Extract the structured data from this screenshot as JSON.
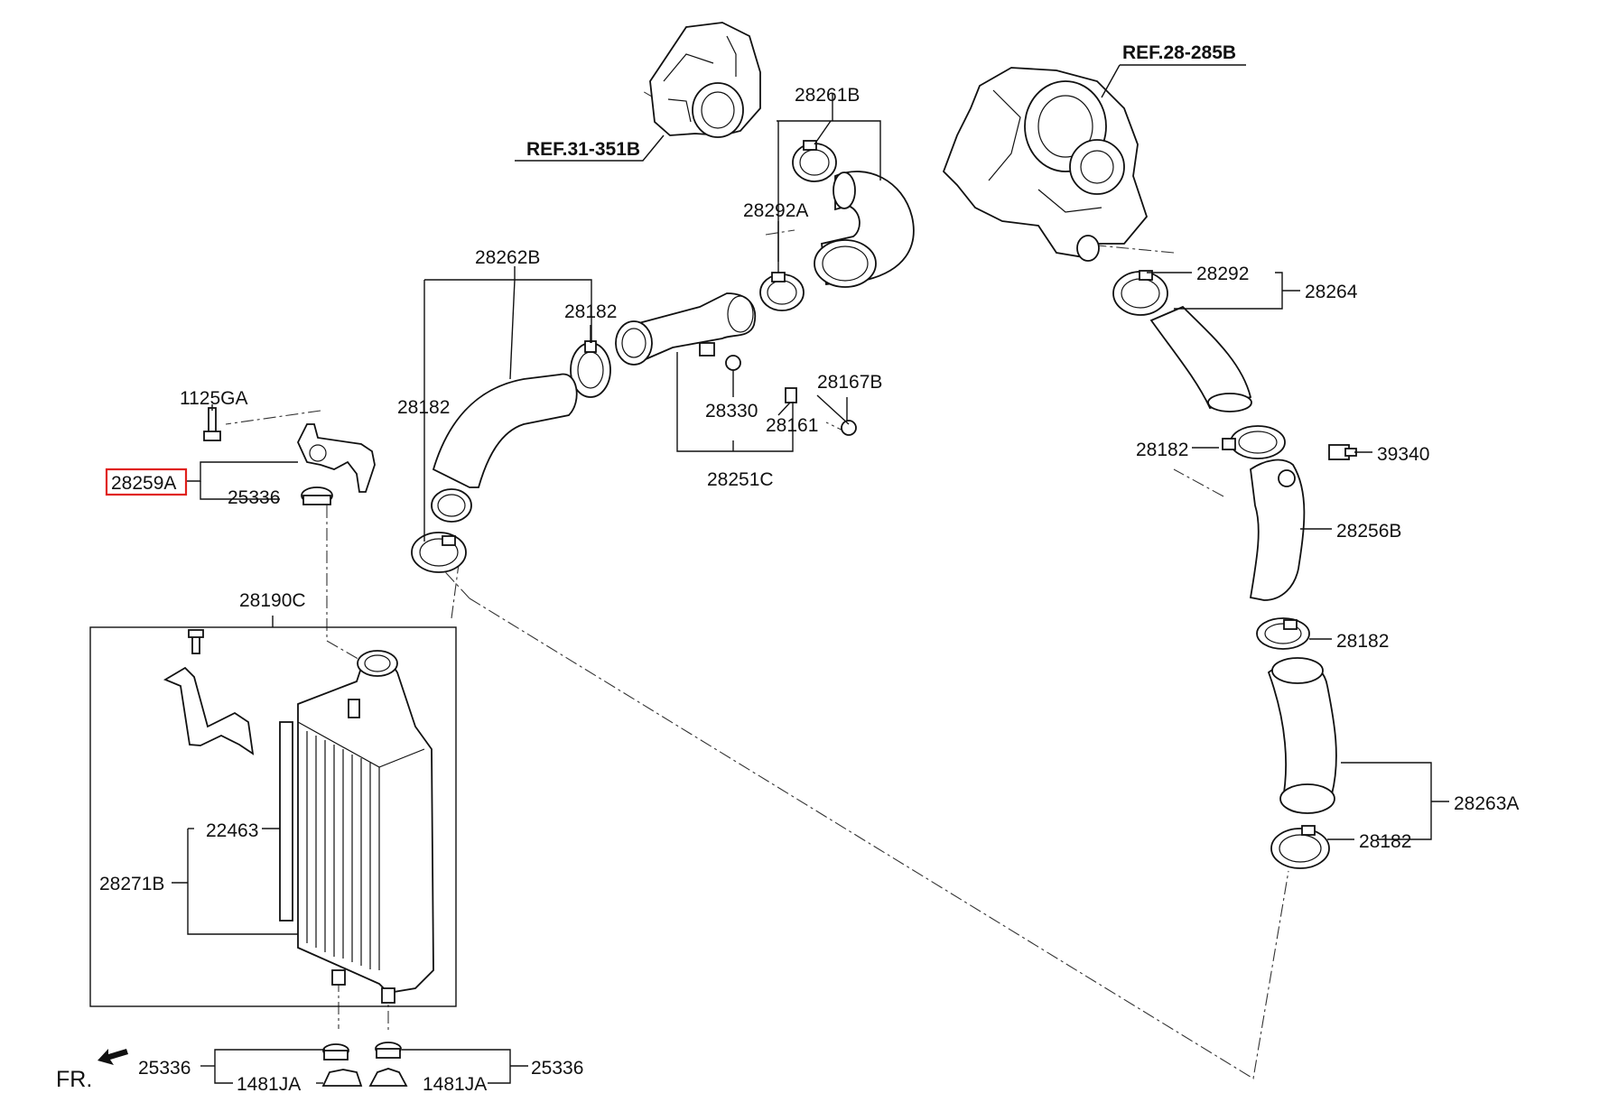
{
  "diagram": {
    "refs": {
      "ref_31": "REF.31-351B",
      "ref_28": "REF.28-285B"
    },
    "labels": {
      "p28261B": "28261B",
      "p28292A": "28292A",
      "p28262B": "28262B",
      "p28182_a": "28182",
      "p28182_b": "28182",
      "p28182_c": "28182",
      "p28182_d": "28182",
      "p28182_e": "28182",
      "p1125GA": "1125GA",
      "p28259A": "28259A",
      "p25336_top": "25336",
      "p28330": "28330",
      "p28167B": "28167B",
      "p28161": "28161",
      "p28251C": "28251C",
      "p28292": "28292",
      "p28264": "28264",
      "p39340": "39340",
      "p28256B": "28256B",
      "p28263A": "28263A",
      "p28190C": "28190C",
      "p22463": "22463",
      "p28271B": "28271B",
      "p25336_bl": "25336",
      "p25336_br": "25336",
      "p1481JA_l": "1481JA",
      "p1481JA_r": "1481JA"
    },
    "direction": "FR.",
    "highlight_color": "#e0201b"
  }
}
